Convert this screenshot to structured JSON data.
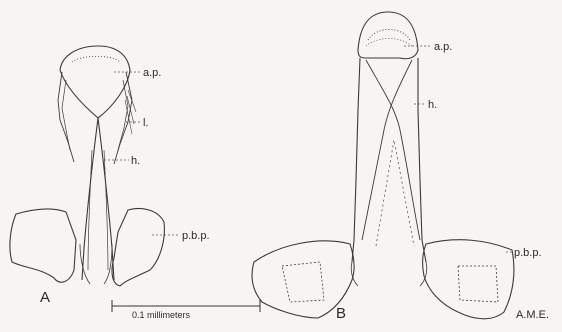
{
  "figure": {
    "panel_a": {
      "letter": "A",
      "labels": {
        "ap": "a.p.",
        "l": "l.",
        "h": "h.",
        "pbp": "p.b.p."
      }
    },
    "panel_b": {
      "letter": "B",
      "labels": {
        "ap": "a.p.",
        "h": "h.",
        "pbp": "p.b.p."
      }
    },
    "scale_bar": {
      "label": "0.1 millimeters"
    },
    "signature": "A.M.E."
  }
}
